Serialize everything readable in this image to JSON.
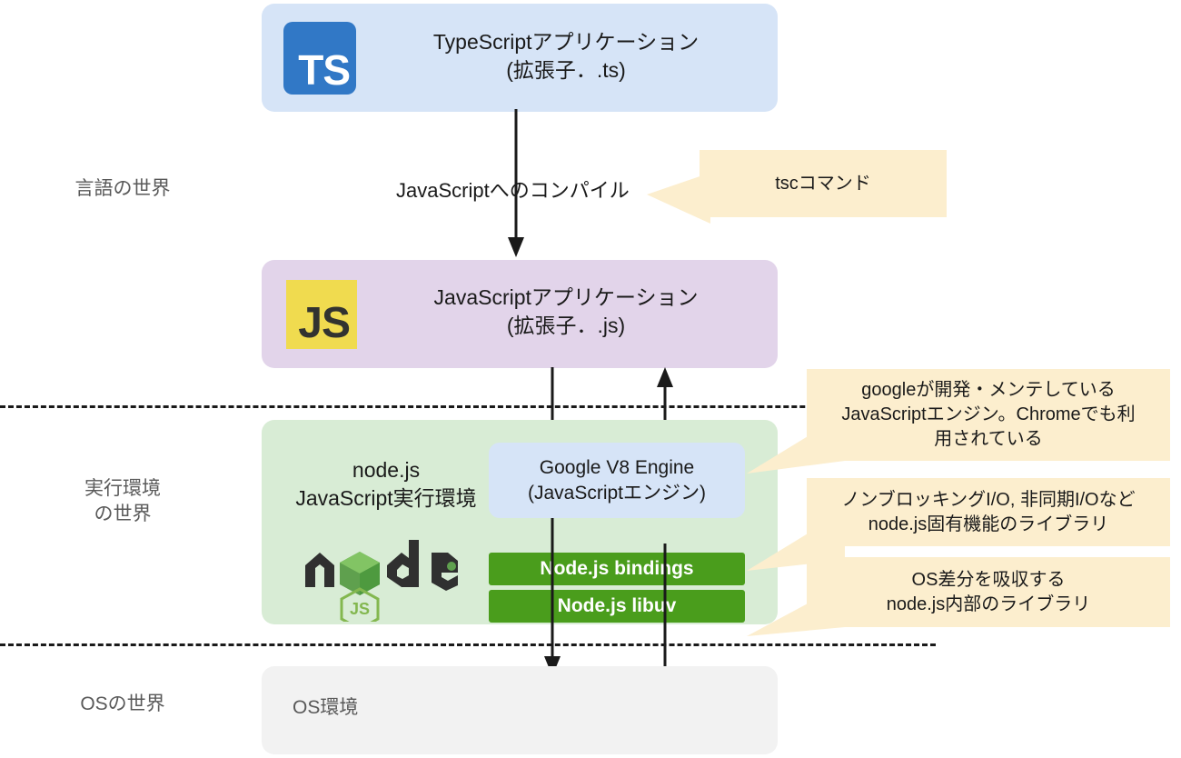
{
  "diagram": {
    "worlds": [
      {
        "id": "language",
        "label": "言語の世界"
      },
      {
        "id": "runtime",
        "label": "実行環境\nの世界"
      },
      {
        "id": "os",
        "label": "OSの世界"
      }
    ],
    "boxes": {
      "typescript": {
        "title": "TypeScriptアプリケーション\n(拡張子．.ts)",
        "logo_text": "TS",
        "logo_name": "typescript-logo",
        "color": "#d6e4f7"
      },
      "javascript": {
        "title": "JavaScriptアプリケーション\n(拡張子．.js)",
        "logo_text": "JS",
        "logo_name": "javascript-logo",
        "color": "#e2d4ea"
      },
      "node_runtime": {
        "title": "node.js\nJavaScript実行環境",
        "logo_name": "nodejs-logo",
        "logo_text": "node",
        "logo_sub": "JS",
        "color": "#d8ecd5"
      },
      "v8": {
        "title": "Google V8 Engine\n(JavaScriptエンジン)",
        "color": "#d6e4f7"
      },
      "os_env": {
        "title": "OS環境",
        "color": "#f2f2f2"
      }
    },
    "bars": [
      {
        "id": "bindings",
        "label": "Node.js bindings",
        "color": "#4a9d1c"
      },
      {
        "id": "libuv",
        "label": "Node.js libuv",
        "color": "#4a9d1c"
      }
    ],
    "edges": [
      {
        "id": "ts-to-js",
        "label": "JavaScriptへのコンパイル"
      }
    ],
    "callouts": [
      {
        "id": "tsc",
        "text": "tscコマンド",
        "color": "#fceece"
      },
      {
        "id": "v8-note",
        "text": "googleが開発・メンテしている\nJavaScriptエンジン。Chromeでも利\n用されている",
        "color": "#fceece"
      },
      {
        "id": "bindings-note",
        "text": "ノンブロッキングI/O, 非同期I/Oなど\nnode.js固有機能のライブラリ",
        "color": "#fceece"
      },
      {
        "id": "libuv-note",
        "text": "OS差分を吸収する\nnode.js内部のライブラリ",
        "color": "#fceece"
      }
    ]
  }
}
